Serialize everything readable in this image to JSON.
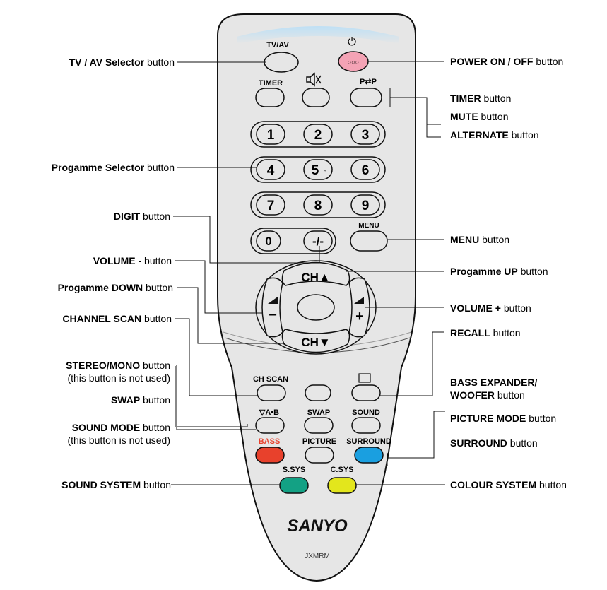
{
  "remote": {
    "top_labels": {
      "tvav": "TV/AV",
      "power_symbol": "⏻",
      "timer": "TIMER",
      "alternate": "P⇄P",
      "menu": "MENU"
    },
    "power_dots": "○○○",
    "numbers": [
      "1",
      "2",
      "3",
      "4",
      "5",
      "6",
      "7",
      "8",
      "9",
      "0",
      "-/-"
    ],
    "number5_dot": "◦",
    "ch_up": "CH▲",
    "ch_down": "CH▼",
    "vol_minus": "−",
    "vol_plus": "+",
    "row_labels": {
      "ch_scan": "CH SCAN",
      "ab": "▽A•B",
      "swap": "SWAP",
      "sound": "SOUND",
      "bass": "BASS",
      "picture": "PICTURE",
      "surround": "SURROUND",
      "ssys": "S.SYS",
      "csys": "C.SYS"
    },
    "brand": "SANYO",
    "model": "JXMRM",
    "colors": {
      "body": "#e6e6e6",
      "outline": "#111111",
      "power": "#f4a3b5",
      "bass": "#e8412c",
      "surround": "#1a9fe0",
      "ssys": "#13a184",
      "csys": "#e3e61c",
      "top_glow": "#bfe0f5"
    }
  },
  "callouts_left": [
    {
      "key": "TV / AV Selector",
      "rest": " button"
    },
    {
      "key": "Progamme Selector",
      "rest": " button"
    },
    {
      "key": "DIGIT",
      "rest": " button"
    },
    {
      "key": "VOLUME -",
      "rest": " button"
    },
    {
      "key": "Progamme DOWN",
      "rest": " button"
    },
    {
      "key": "CHANNEL SCAN",
      "rest": " button"
    },
    {
      "key": "STEREO/MONO",
      "rest": " button"
    },
    {
      "key": "SWAP",
      "rest": " button"
    },
    {
      "key": "SOUND MODE",
      "rest": " button"
    },
    {
      "key": "SOUND SYSTEM",
      "rest": " button"
    }
  ],
  "notes_left": [
    "(this button is not used)",
    "(this button is not used)"
  ],
  "callouts_right": [
    {
      "key": "POWER ON / OFF",
      "rest": " button"
    },
    {
      "key": "TIMER",
      "rest": " button"
    },
    {
      "key": "MUTE",
      "rest": " button"
    },
    {
      "key": "ALTERNATE",
      "rest": " button"
    },
    {
      "key": "MENU",
      "rest": " button"
    },
    {
      "key": "Progamme UP",
      "rest": " button"
    },
    {
      "key": "VOLUME +",
      "rest": " button"
    },
    {
      "key": "RECALL",
      "rest": " button"
    },
    {
      "key": "BASS EXPANDER/",
      "rest": ""
    },
    {
      "key": "WOOFER",
      "rest": " button"
    },
    {
      "key": "PICTURE MODE",
      "rest": " button"
    },
    {
      "key": "SURROUND",
      "rest": " button"
    },
    {
      "key": "COLOUR SYSTEM",
      "rest": " button"
    }
  ]
}
